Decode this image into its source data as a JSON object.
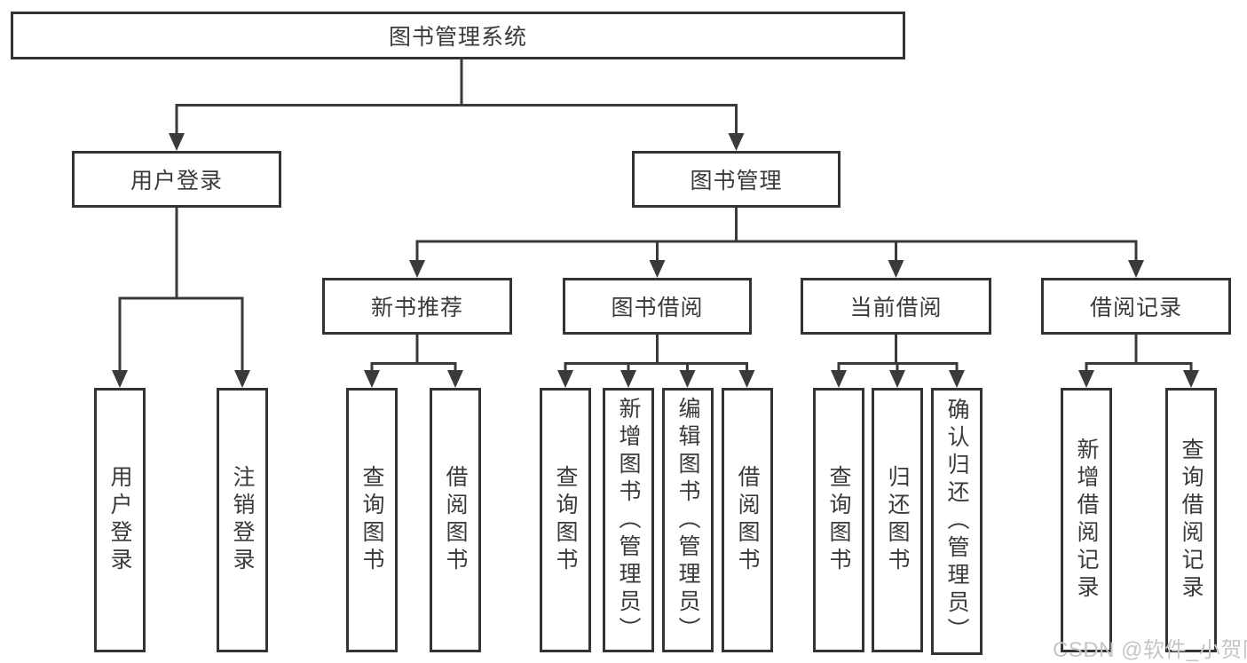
{
  "diagram": {
    "root_label": "图书管理系统",
    "level2": {
      "user_login": "用户登录",
      "book_management": "图书管理"
    },
    "user_login_children": [
      "用户登录",
      "注销登录"
    ],
    "modules": [
      {
        "label": "新书推荐",
        "children": [
          "查询图书",
          "借阅图书"
        ]
      },
      {
        "label": "图书借阅",
        "children": [
          "查询图书",
          "新增图书（管理员）",
          "编辑图书（管理员）",
          "借阅图书"
        ]
      },
      {
        "label": "当前借阅",
        "children": [
          "查询图书",
          "归还图书",
          "确认归还（管理员）"
        ]
      },
      {
        "label": "借阅记录",
        "children": [
          "新增借阅记录",
          "查询借阅记录"
        ]
      }
    ]
  },
  "watermark": "CSDN @软件_小贺同学",
  "colors": {
    "line": "#3a3a3a",
    "box_border": "#333333",
    "text": "#3a3a3a",
    "background": "#ffffff",
    "watermark": "#c6c6c6"
  }
}
